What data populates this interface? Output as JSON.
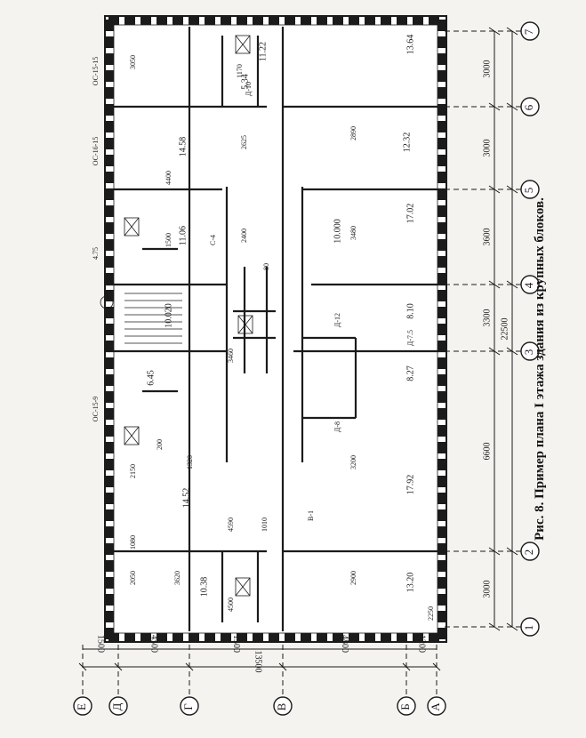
{
  "caption": "Рис. 8. Пример плана I этажа здания из крупных блоков.",
  "axes_numeric": [
    "1",
    "2",
    "3",
    "4",
    "5",
    "6",
    "7"
  ],
  "axes_letters": [
    "Е",
    "Д",
    "Г",
    "В",
    "Б",
    "А"
  ],
  "dims_numeric_spans": [
    "3000",
    "6600",
    "3300",
    "3600",
    "3000",
    "3000"
  ],
  "dims_numeric_total": "22500",
  "dims_letter_spans": [
    "1500",
    "4500",
    "1500",
    "4800",
    "1200"
  ],
  "dims_letter_total": "13500",
  "room_areas": [
    "11.22",
    "5.34",
    "13.64",
    "14.58",
    "12.32",
    "17.02",
    "8.10",
    "8.27",
    "6.45",
    "14.52",
    "17.92",
    "10.38",
    "13.20",
    "11.06",
    "10.000",
    "10.020"
  ],
  "block_marks": [
    "ОС-15-15",
    "ОС-15-9",
    "ОС-16-15",
    "4.75",
    "Д-10",
    "Д-12",
    "Д-7.5",
    "Д-8",
    "С-4",
    "В-1"
  ],
  "interior_dims": [
    "3050",
    "3480",
    "3460",
    "2890",
    "1170",
    "4400",
    "2400",
    "1500",
    "2625",
    "1320",
    "4590",
    "2150",
    "3200",
    "2900",
    "4500",
    "3620",
    "2050",
    "1080",
    "2250",
    "1010",
    "80",
    "200"
  ]
}
